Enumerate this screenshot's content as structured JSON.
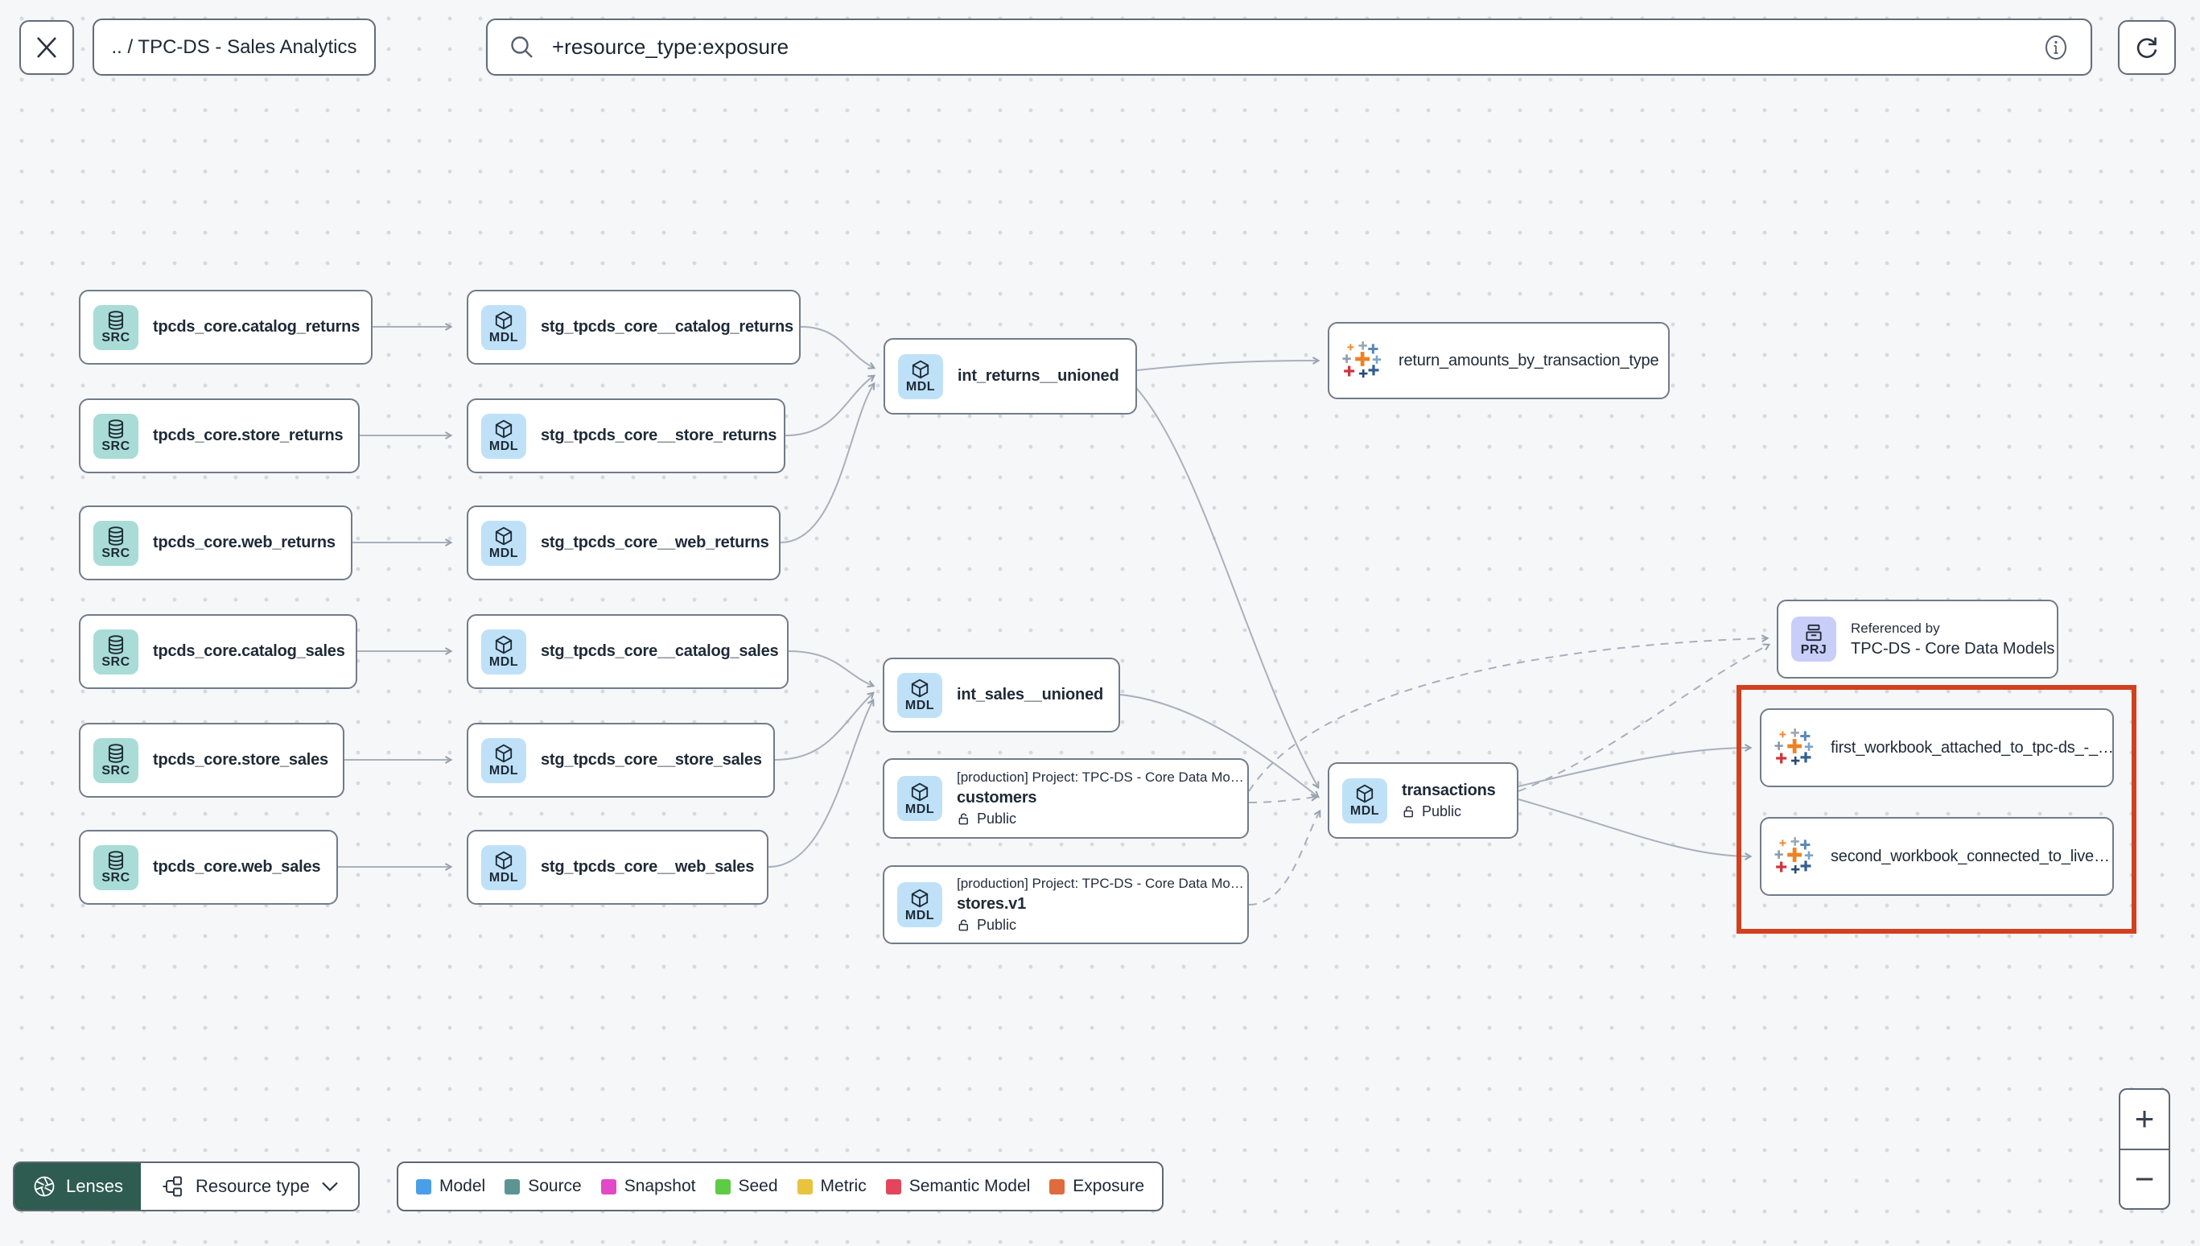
{
  "topbar": {
    "breadcrumb": ".. / TPC-DS - Sales Analytics",
    "search_value": "+resource_type:exposure"
  },
  "badges": {
    "source": "SRC",
    "model": "MDL",
    "project": "PRJ"
  },
  "nodes": {
    "sources": [
      {
        "label": "tpcds_core.catalog_returns"
      },
      {
        "label": "tpcds_core.store_returns"
      },
      {
        "label": "tpcds_core.web_returns"
      },
      {
        "label": "tpcds_core.catalog_sales"
      },
      {
        "label": "tpcds_core.store_sales"
      },
      {
        "label": "tpcds_core.web_sales"
      }
    ],
    "staging": [
      {
        "label": "stg_tpcds_core__catalog_returns"
      },
      {
        "label": "stg_tpcds_core__store_returns"
      },
      {
        "label": "stg_tpcds_core__web_returns"
      },
      {
        "label": "stg_tpcds_core__catalog_sales"
      },
      {
        "label": "stg_tpcds_core__store_sales"
      },
      {
        "label": "stg_tpcds_core__web_sales"
      }
    ],
    "int_returns": {
      "label": "int_returns__unioned"
    },
    "int_sales": {
      "label": "int_sales__unioned"
    },
    "exposure_returns": {
      "label": "return_amounts_by_transaction_type"
    },
    "customers": {
      "project_line": "[production] Project: TPC-DS - Core Data Mo…",
      "label": "customers",
      "access": "Public"
    },
    "stores": {
      "project_line": "[production] Project: TPC-DS - Core Data Mo…",
      "label": "stores.v1",
      "access": "Public"
    },
    "transactions": {
      "label": "transactions",
      "access": "Public"
    },
    "referenced_by": {
      "title": "Referenced by",
      "label": "TPC-DS - Core Data Models"
    },
    "workbook_first": {
      "label": "first_workbook_attached_to_tpc-ds_-_…"
    },
    "workbook_second": {
      "label": "second_workbook_connected_to_live…"
    }
  },
  "highlight_color": "#d2401f",
  "footer": {
    "lenses_label": "Lenses",
    "lens_selector": "Resource type",
    "legend": [
      {
        "label": "Model",
        "color": "#4a9fe9"
      },
      {
        "label": "Source",
        "color": "#5b9493"
      },
      {
        "label": "Snapshot",
        "color": "#e248c8"
      },
      {
        "label": "Seed",
        "color": "#5ecb45"
      },
      {
        "label": "Metric",
        "color": "#e7c33e"
      },
      {
        "label": "Semantic Model",
        "color": "#e2455c"
      },
      {
        "label": "Exposure",
        "color": "#e06b3e"
      }
    ]
  },
  "zoom_controls": {
    "zoom_in": "+",
    "zoom_out": "−"
  }
}
